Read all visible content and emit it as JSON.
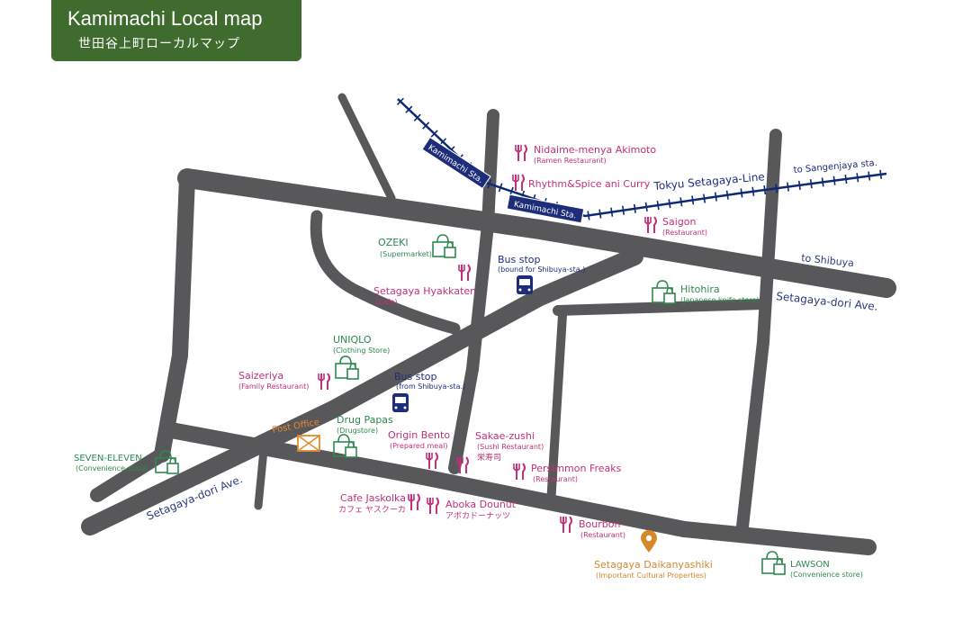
{
  "title": {
    "en": "Kamimachi Local map",
    "ja": "世田谷上町ローカルマップ"
  },
  "colors": {
    "road": "#58575a",
    "rail": "#0d2a73",
    "title_bg": "#3f6b2f",
    "shop": "#2e8a4e",
    "food": "#c2307a",
    "bus": "#1d2d7a",
    "post": "#e28a2c",
    "landmark": "#d4872b"
  },
  "rail": {
    "station_1": "Kamimachi Sta.",
    "station_2": "Kamimachi Sta.",
    "line": "Tokyu Setagaya-Line",
    "to_sangenjaya": "to Sangenjaya sta."
  },
  "roads": {
    "to_shibuya": "to Shibuya",
    "setagaya_dori_east": "Setagaya-dori Ave.",
    "setagaya_dori_west": "Setagaya-dori Ave."
  },
  "places": {
    "nidaime": {
      "name": "Nidaime-menya Akimoto",
      "type": "(Ramen Restaurant)",
      "icon": "fork-knife-icon"
    },
    "rhythm": {
      "name": "Rhythm&Spice ani Curry",
      "icon": "fork-knife-icon"
    },
    "saigon": {
      "name": "Saigon",
      "type": "(Restaurant)",
      "icon": "fork-knife-icon"
    },
    "ozeki": {
      "name": "OZEKI",
      "type": "(Supermarket)",
      "icon": "shopping-bag-icon"
    },
    "hyakkaten": {
      "name": "Setagaya Hyakkaten",
      "type": "(Cafe)",
      "icon": "fork-knife-icon"
    },
    "bus_north": {
      "name": "Bus stop",
      "type": "(bound for Shibuya-sta.)",
      "icon": "bus-icon"
    },
    "hitohira": {
      "name": "Hitohira",
      "type": "(Japanese knife store)",
      "icon": "shopping-bag-icon"
    },
    "uniqlo": {
      "name": "UNIQLO",
      "type": "(Clothing Store)",
      "icon": "shopping-bag-icon"
    },
    "saizeriya": {
      "name": "Saizeriya",
      "type": "(Family Restaurant)",
      "icon": "fork-knife-icon"
    },
    "bus_south": {
      "name": "Bus stop",
      "type": "(from Shibuya-sta.)",
      "icon": "bus-icon"
    },
    "post": {
      "name": "Post Office",
      "icon": "envelope-icon"
    },
    "drug": {
      "name": "Drug Papas",
      "type": "(Drugstore)",
      "icon": "shopping-bag-icon"
    },
    "origin": {
      "name": "Origin Bento",
      "type": "(Prepared meal)",
      "icon": "fork-knife-icon"
    },
    "sakae": {
      "name": "Sakae-zushi",
      "type": "(Sushi Restaurant)",
      "ja": "栄寿司",
      "icon": "fork-knife-icon"
    },
    "seven": {
      "name": "SEVEN-ELEVEN",
      "type": "(Convenience store)",
      "icon": "shopping-bag-icon"
    },
    "persimmon": {
      "name": "Persimmon Freaks",
      "type": "(Restaurant)",
      "icon": "fork-knife-icon"
    },
    "jaskolka": {
      "name": "Cafe Jaskolka",
      "ja": "カフェ ヤスクーカ",
      "icon": "fork-knife-icon"
    },
    "aboka": {
      "name": "Aboka Dounut",
      "ja": "アボカドーナッツ",
      "icon": "fork-knife-icon"
    },
    "bourbon": {
      "name": "Bourbon",
      "type": "(Restaurant)",
      "icon": "fork-knife-icon"
    },
    "daikan": {
      "name": "Setagaya Daikanyashiki",
      "type": "(Important Cultural Properties)",
      "icon": "location-pin-icon"
    },
    "lawson": {
      "name": "LAWSON",
      "type": "(Convenience store)",
      "icon": "shopping-bag-icon"
    }
  }
}
